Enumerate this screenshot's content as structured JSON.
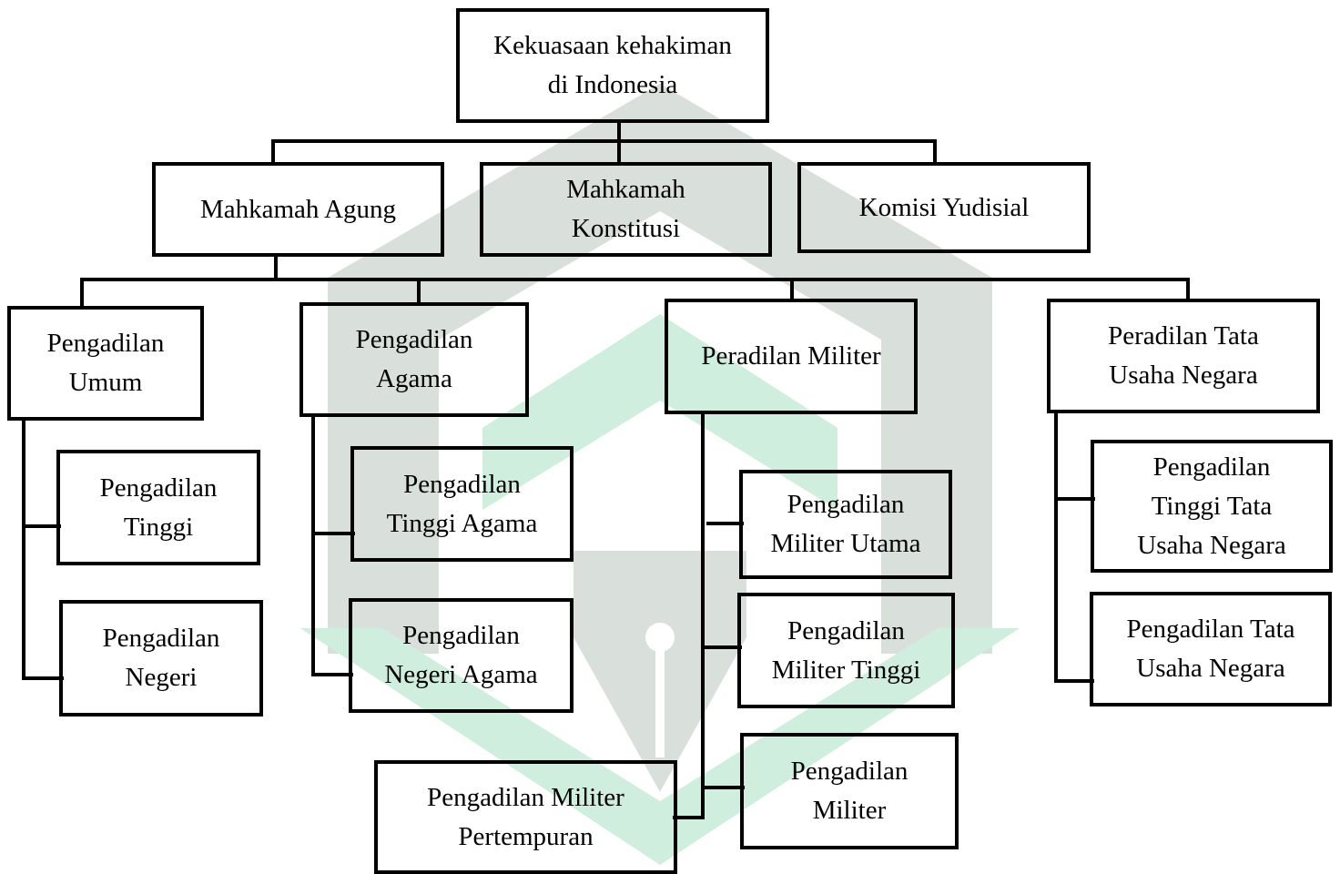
{
  "diagram": {
    "root": "Kekuasaan kehakiman\ndi Indonesia",
    "level1": {
      "ma": "Mahkamah Agung",
      "mk": "Mahkamah\nKonstitusi",
      "ky": "Komisi Yudisial"
    },
    "branches": {
      "umum": "Pengadilan\nUmum",
      "agama": "Pengadilan\nAgama",
      "militer": "Peradilan Militer",
      "tun": "Peradilan Tata\nUsaha Negara"
    },
    "umum_children": {
      "tinggi": "Pengadilan\nTinggi",
      "negeri": "Pengadilan\nNegeri"
    },
    "agama_children": {
      "tinggi": "Pengadilan\nTinggi Agama",
      "negeri": "Pengadilan\nNegeri Agama"
    },
    "militer_children": {
      "utama": "Pengadilan\nMiliter Utama",
      "tinggi": "Pengadilan\nMiliter Tinggi",
      "militer": "Pengadilan\nMiliter",
      "pertempuran": "Pengadilan Militer\nPertempuran"
    },
    "tun_children": {
      "tinggi": "Pengadilan\nTinggi Tata\nUsaha Negara",
      "pengadilan": "Pengadilan Tata\nUsaha Negara"
    }
  },
  "colors": {
    "watermark_gray": "#d9e0dc",
    "watermark_green": "#cfeedd",
    "line": "#000000"
  }
}
